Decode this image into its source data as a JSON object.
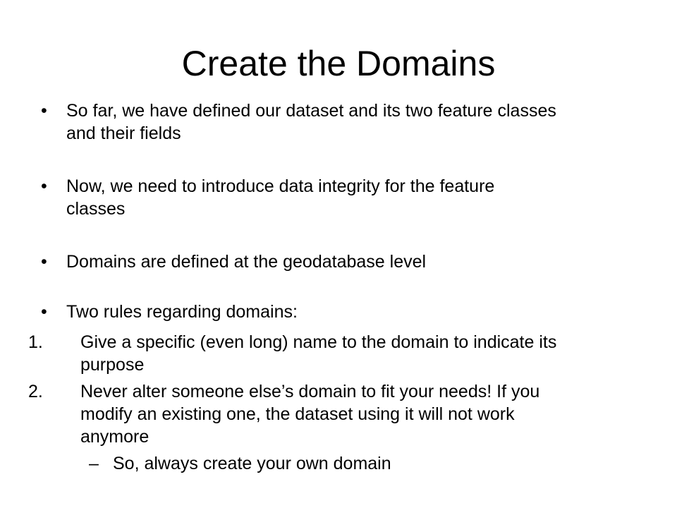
{
  "slide": {
    "title": "Create the Domains",
    "bullets": [
      {
        "marker": "•",
        "lines": [
          "So far, we have defined our dataset and its two feature classes",
          "and their fields"
        ]
      },
      {
        "marker": "•",
        "lines": [
          "Now, we need to introduce data integrity for the feature",
          "classes"
        ]
      },
      {
        "marker": "•",
        "lines": [
          "Domains are defined at the geodatabase level"
        ]
      },
      {
        "marker": "•",
        "lines": [
          "Two rules regarding domains:"
        ]
      }
    ],
    "numbered": [
      {
        "marker": "1.",
        "lines": [
          "Give a specific (even long) name to the domain to indicate its",
          "purpose"
        ]
      },
      {
        "marker": "2.",
        "lines": [
          "Never alter someone else’s domain to fit your needs! If you",
          "modify an existing one, the dataset using it will not work",
          "anymore"
        ]
      }
    ],
    "sub": {
      "marker": "–",
      "lines": [
        "So, always create your own domain"
      ]
    }
  }
}
